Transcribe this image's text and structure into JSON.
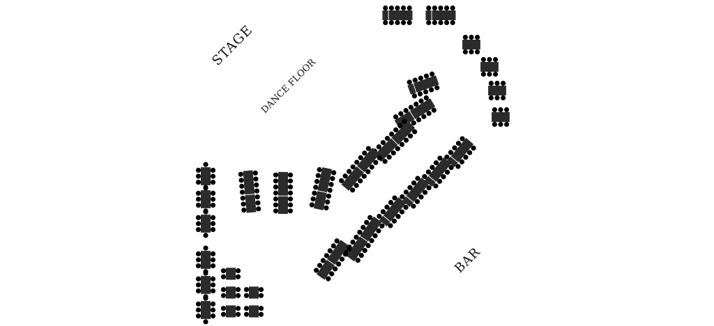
{
  "labels": {
    "stage": "STAGE",
    "dance_floor": "DANCE FLOOR",
    "bar": "BAR"
  },
  "colors": {
    "background": "#ffffff",
    "table_fill": "#2b2b2b",
    "seat_fill": "#000000",
    "label_text": "#111111"
  }
}
